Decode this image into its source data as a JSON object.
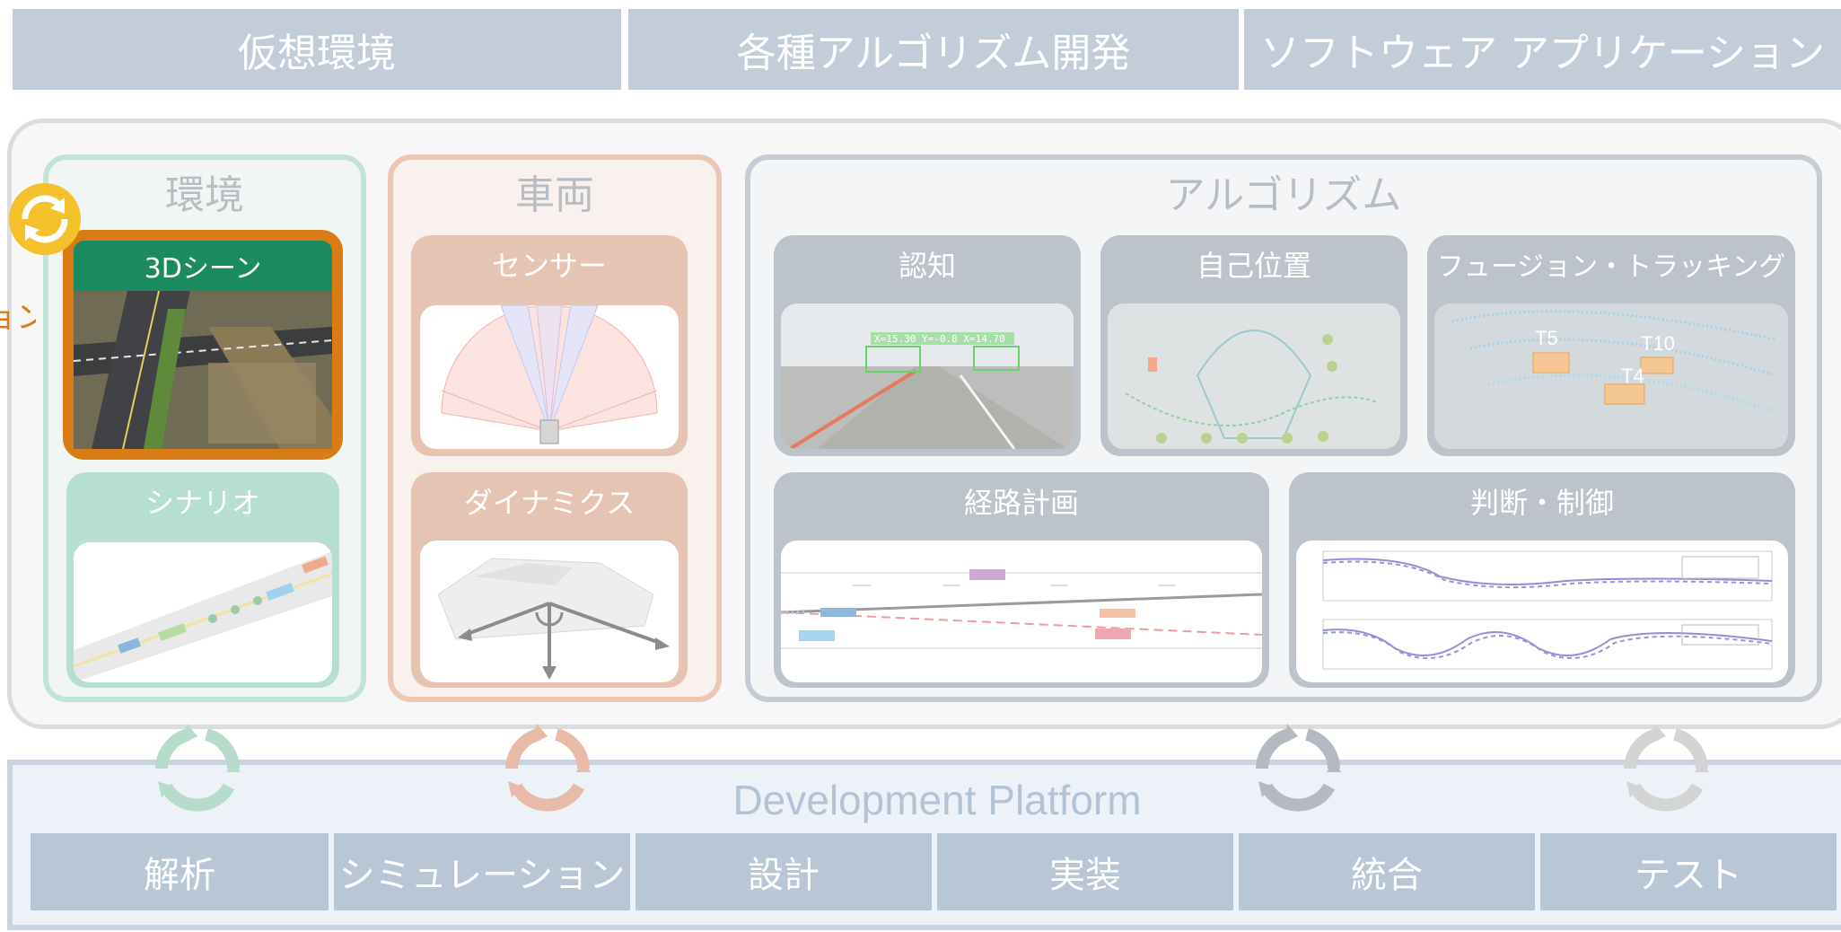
{
  "top_bars": [
    "仮想環境",
    "各種アルゴリズム開発",
    "ソフトウェア アプリケーション"
  ],
  "side_label_fragment": "ョン",
  "columns": {
    "environment": {
      "title": "環境",
      "cards": [
        "3Dシーン",
        "シナリオ"
      ]
    },
    "vehicle": {
      "title": "車両",
      "cards": [
        "センサー",
        "ダイナミクス"
      ]
    },
    "algorithm": {
      "title": "アルゴリズム",
      "cards": [
        "認知",
        "自己位置",
        "フュージョン・トラッキング",
        "経路計画",
        "判断・制御"
      ]
    }
  },
  "image_text": {
    "tracks": [
      "T5",
      "T10",
      "T4"
    ],
    "detection": "X=15.30 Y=-0.8 X=14.70"
  },
  "platform": {
    "title": "Development Platform",
    "steps": [
      "解析",
      "シミュレーション",
      "設計",
      "実装",
      "統合",
      "テスト"
    ]
  },
  "colors": {
    "env_accent": "#b6dfcf",
    "vehicle_accent": "#e6c4b4",
    "algo_accent": "#bcc3cb",
    "highlight": "#d97c16",
    "scene_header": "#1c8a61",
    "platform_step": "#b9c6d5"
  }
}
